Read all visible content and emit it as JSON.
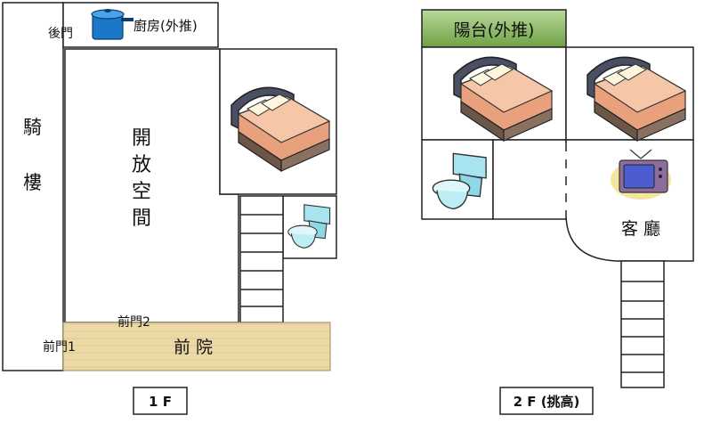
{
  "floor1": {
    "back_door": "後門",
    "kitchen": "廚房(外推)",
    "arcade_char1": "騎",
    "arcade_char2": "樓",
    "open_space": [
      "開",
      "放",
      "空",
      "間"
    ],
    "front_door2": "前門2",
    "front_door1": "前門1",
    "front_yard": "前 院",
    "floor_label": "1 F"
  },
  "floor2": {
    "balcony": "陽台(外推)",
    "living_room": "客 廳",
    "floor_label": "2 F (挑高)"
  },
  "colors": {
    "balcony_fill": "#8fbf6a",
    "yard_fill": "#ecd9a8",
    "pot_blue": "#1b78c8"
  }
}
